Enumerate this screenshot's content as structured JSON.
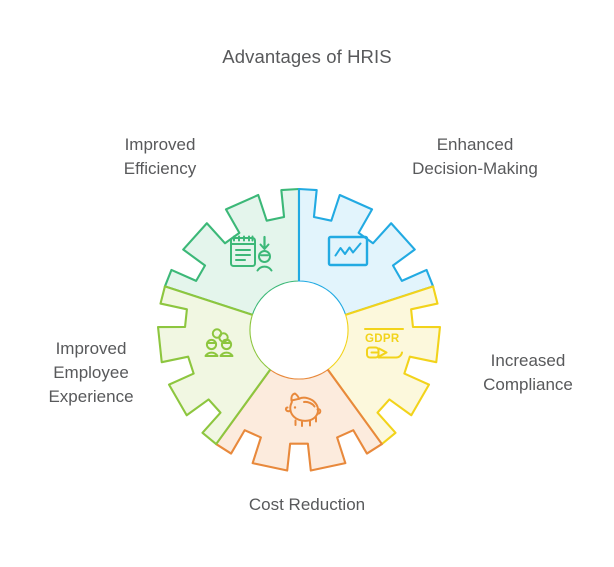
{
  "chart_data": {
    "type": "pie",
    "title": "Advantages of HRIS",
    "subtitle": "",
    "xlabel": "",
    "ylabel": "",
    "legend_position": "around-chart",
    "grid": false,
    "shape": "gear-wheel",
    "segment_count": 5,
    "categories": [
      "Improved Efficiency",
      "Enhanced Decision-Making",
      "Increased Compliance",
      "Cost Reduction",
      "Improved Employee Experience"
    ],
    "values": [
      20,
      20,
      20,
      20,
      20
    ],
    "colors": [
      "#3cb878",
      "#22aae2",
      "#f2d31b",
      "#e8893c",
      "#8dc63f"
    ],
    "fills": [
      "#e4f5ec",
      "#e2f4fc",
      "#fcf8dc",
      "#fcebdd",
      "#f1f7e2"
    ],
    "icons": [
      "clipboard-person-icon",
      "line-chart-icon",
      "gdpr-hand-icon",
      "piggy-bank-icon",
      "people-network-icon"
    ]
  },
  "header": {
    "title": "Advantages of HRIS"
  },
  "diagram": {
    "name": "gear-wheel-diagram",
    "segments": [
      {
        "id": "efficiency",
        "label": "Improved\nEfficiency",
        "icon": "clipboard-person-icon",
        "stroke": "#3cb878",
        "fill": "#e4f5ec",
        "position": "top-left"
      },
      {
        "id": "decision-making",
        "label": "Enhanced\nDecision-Making",
        "icon": "line-chart-icon",
        "stroke": "#22aae2",
        "fill": "#e2f4fc",
        "position": "top-right"
      },
      {
        "id": "compliance",
        "label": "Increased\nCompliance",
        "icon": "gdpr-hand-icon",
        "icon_text": "GDPR",
        "stroke": "#f2d31b",
        "fill": "#fcf8dc",
        "position": "right"
      },
      {
        "id": "cost-reduction",
        "label": "Cost Reduction",
        "icon": "piggy-bank-icon",
        "stroke": "#e8893c",
        "fill": "#fcebdd",
        "position": "bottom"
      },
      {
        "id": "employee-experience",
        "label": "Improved\nEmployee\nExperience",
        "icon": "people-network-icon",
        "stroke": "#8dc63f",
        "fill": "#f1f7e2",
        "position": "left"
      }
    ]
  },
  "colors": {
    "text": "#58595b",
    "background": "#ffffff",
    "green": "#3cb878",
    "blue": "#22aae2",
    "yellow": "#f2d31b",
    "orange": "#e8893c",
    "olive": "#8dc63f"
  }
}
